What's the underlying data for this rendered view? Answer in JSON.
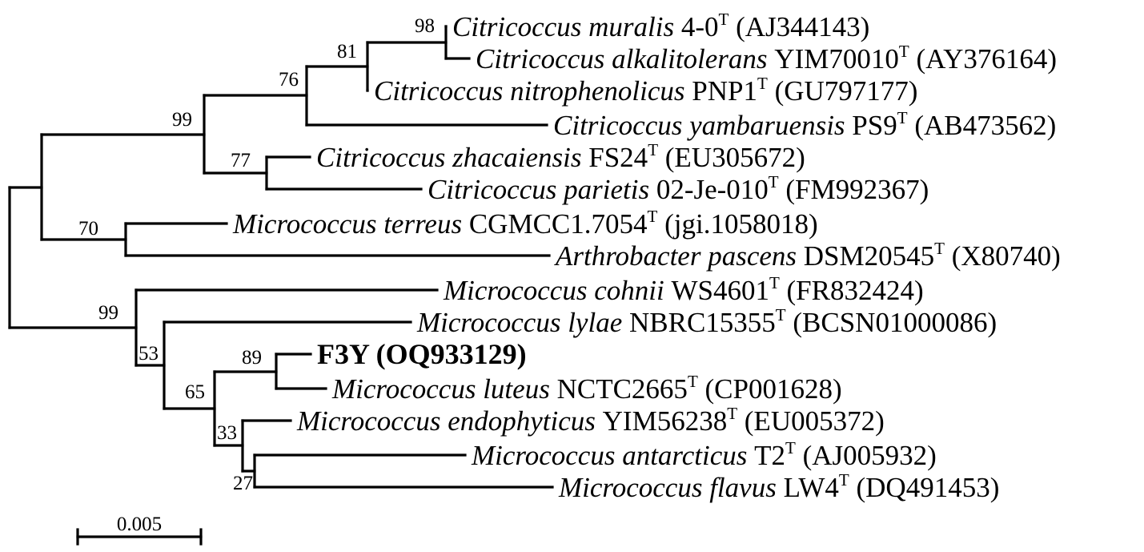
{
  "highlight_color": "#d93a26",
  "branch_color": "#000000",
  "scale_bar": {
    "label": "0.005"
  },
  "tips": [
    {
      "id": "muralis",
      "species": "Citricoccus muralis",
      "strain": "4-0",
      "sup": "T",
      "accession": "(AJ344143)"
    },
    {
      "id": "alkalitolerans",
      "species": "Citricoccus alkalitolerans",
      "strain": "YIM70010",
      "sup": "T",
      "accession": "(AY376164)"
    },
    {
      "id": "nitrophenolicus",
      "species": "Citricoccus nitrophenolicus",
      "strain": "PNP1",
      "sup": "T",
      "accession": "(GU797177)"
    },
    {
      "id": "yambaruensis",
      "species": "Citricoccus yambaruensis",
      "strain": "PS9",
      "sup": "T",
      "accession": "(AB473562)"
    },
    {
      "id": "zhacaiensis",
      "species": "Citricoccus zhacaiensis",
      "strain": "FS24",
      "sup": "T",
      "accession": "(EU305672)"
    },
    {
      "id": "parietis",
      "species": "Citricoccus parietis",
      "strain": "02-Je-010",
      "sup": "T",
      "accession": "(FM992367)"
    },
    {
      "id": "terreus",
      "species": "Micrococcus terreus",
      "strain": "CGMCC1.7054",
      "sup": "T",
      "accession": "(jgi.1058018)"
    },
    {
      "id": "pascens",
      "species": "Arthrobacter pascens",
      "strain": "DSM20545",
      "sup": "T",
      "accession": "(X80740)"
    },
    {
      "id": "cohnii",
      "species": "Micrococcus cohnii",
      "strain": "WS4601",
      "sup": "T",
      "accession": "(FR832424)"
    },
    {
      "id": "lylae",
      "species": "Micrococcus lylae",
      "strain": "NBRC15355",
      "sup": "T",
      "accession": "(BCSN01000086)"
    },
    {
      "id": "f3y",
      "species": "",
      "strain": "F3Y (OQ933129)",
      "sup": "",
      "accession": "",
      "highlight": true
    },
    {
      "id": "luteus",
      "species": "Micrococcus luteus",
      "strain": "NCTC2665",
      "sup": "T",
      "accession": "(CP001628)"
    },
    {
      "id": "endophyticus",
      "species": "Micrococcus endophyticus",
      "strain": "YIM56238",
      "sup": "T",
      "accession": "(EU005372)"
    },
    {
      "id": "antarcticus",
      "species": "Micrococcus antarcticus",
      "strain": "T2",
      "sup": "T",
      "accession": "(AJ005932)"
    },
    {
      "id": "flavus",
      "species": "Micrococcus flavus",
      "strain": "LW4",
      "sup": "T",
      "accession": "(DQ491453)"
    }
  ],
  "support_values": [
    {
      "id": "n98",
      "value": "98"
    },
    {
      "id": "n81",
      "value": "81"
    },
    {
      "id": "n76",
      "value": "76"
    },
    {
      "id": "n99a",
      "value": "99"
    },
    {
      "id": "n77",
      "value": "77"
    },
    {
      "id": "n70",
      "value": "70"
    },
    {
      "id": "n99b",
      "value": "99"
    },
    {
      "id": "n53",
      "value": "53"
    },
    {
      "id": "n89",
      "value": "89"
    },
    {
      "id": "n65",
      "value": "65"
    },
    {
      "id": "n33",
      "value": "33"
    },
    {
      "id": "n27",
      "value": "27"
    }
  ]
}
